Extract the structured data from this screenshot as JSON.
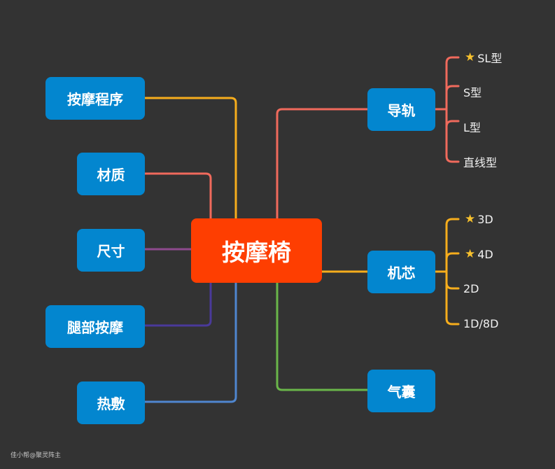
{
  "root": {
    "label": "按摩椅",
    "color": "#fe3e01"
  },
  "node_color": "#0386cf",
  "left_branches": [
    {
      "label": "按摩程序",
      "line_color": "#f6ad1c"
    },
    {
      "label": "材质",
      "line_color": "#f06a5c"
    },
    {
      "label": "尺寸",
      "line_color": "#8e4a8e"
    },
    {
      "label": "腿部按摩",
      "line_color": "#4a3a9a"
    },
    {
      "label": "热敷",
      "line_color": "#4f86cf"
    }
  ],
  "right_branches": [
    {
      "label": "导轨",
      "line_color": "#f06a5c",
      "children": [
        {
          "label": "SL型",
          "starred": true
        },
        {
          "label": "S型",
          "starred": false
        },
        {
          "label": "L型",
          "starred": false
        },
        {
          "label": "直线型",
          "starred": false
        }
      ]
    },
    {
      "label": "机芯",
      "line_color": "#f6ad1c",
      "children": [
        {
          "label": "3D",
          "starred": true
        },
        {
          "label": "4D",
          "starred": true
        },
        {
          "label": "2D",
          "starred": false
        },
        {
          "label": "1D/8D",
          "starred": false
        }
      ]
    },
    {
      "label": "气囊",
      "line_color": "#6ab64a",
      "children": []
    }
  ],
  "icons": {
    "star": "star-icon"
  },
  "watermark": "佳小帮@聚灵阵主"
}
